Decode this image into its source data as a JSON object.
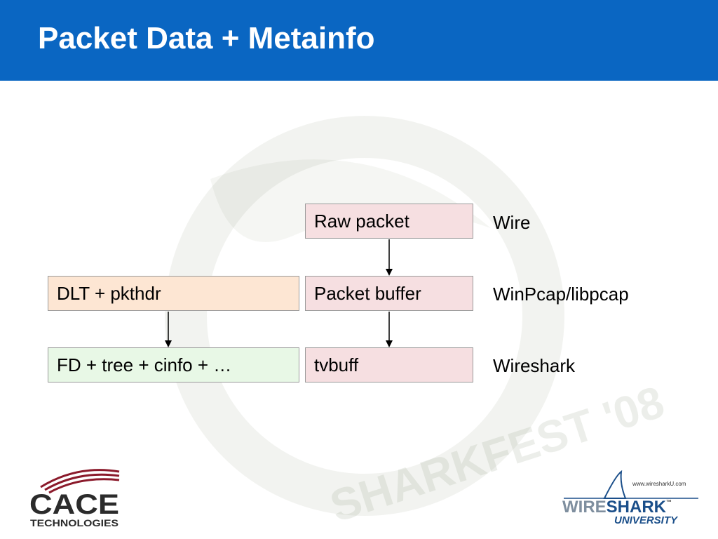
{
  "slide": {
    "title": "Packet Data + Metainfo"
  },
  "diagram": {
    "center_boxes": [
      "Raw packet",
      "Packet buffer",
      "tvbuff"
    ],
    "left_boxes": [
      "DLT + pkthdr",
      "FD + tree + cinfo + …"
    ],
    "right_labels": [
      "Wire",
      "WinPcap/libpcap",
      "Wireshark"
    ]
  },
  "watermark": {
    "text": "SHARKFEST '08"
  },
  "logos": {
    "cace_main": "CACE",
    "cace_sub": "TECHNOLOGIES",
    "ws_url": "www.wiresharkU.com",
    "ws_wire": "WIRE",
    "ws_shark": "SHARK",
    "ws_tm": "™",
    "ws_university": "UNIVERSITY"
  },
  "colors": {
    "header": "#0a66c2",
    "pink_box": "#f6dfe1",
    "peach_box": "#fde6d3",
    "green_box": "#e8f8e6"
  }
}
